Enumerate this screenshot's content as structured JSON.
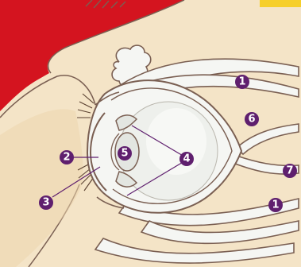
{
  "diagram": {
    "colors": {
      "skin": "#f4e4c7",
      "skin_shadow": "#e9cfa2",
      "red_background": "#d4141f",
      "accent_yellow": "#f6cf2a",
      "outline": "#7a5f52",
      "sclera": "#f5f6f3",
      "lens": "#e3e6e1",
      "badge_fill": "#5f1f6e",
      "leader_line": "#5f1f6e",
      "lash": "#5a4030"
    },
    "labels": [
      {
        "id": "label-1-top",
        "number": "1"
      },
      {
        "id": "label-1-bottom",
        "number": "1"
      },
      {
        "id": "label-2",
        "number": "2"
      },
      {
        "id": "label-3",
        "number": "3"
      },
      {
        "id": "label-4",
        "number": "4"
      },
      {
        "id": "label-5",
        "number": "5"
      },
      {
        "id": "label-6",
        "number": "6"
      },
      {
        "id": "label-7",
        "number": "7"
      }
    ]
  }
}
